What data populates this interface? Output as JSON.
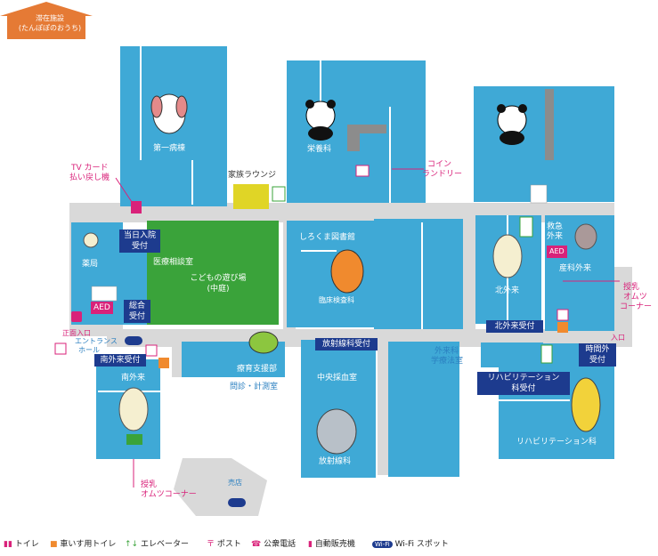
{
  "header": {
    "badge_line1": "滞在施設",
    "badge_line2": "(たんぽぽのおうち)"
  },
  "colors": {
    "building": "#3fa9d6",
    "corridor": "#d9d9d9",
    "courtyard": "#3aa33a",
    "lounge": "#e0d526",
    "navy": "#1d3b8e",
    "pink": "#d9227a",
    "badge": "#e57a35"
  },
  "rooms": {
    "ward1": "第一病棟",
    "nutrition": "栄養科",
    "family_lounge": "家族ラウンジ",
    "coin_laundry_1": "コイン",
    "coin_laundry_2": "ランドリー",
    "tv_card_1": "TV カード",
    "tv_card_2": "払い戻し機",
    "pharmacy": "薬局",
    "aed": "AED",
    "medical_consult": "医療相談室",
    "playground_1": "こどもの遊び場",
    "playground_2": "(中庭)",
    "library": "しろくま図書館",
    "clinical_lab": "臨床検査科",
    "emergency_1": "救急",
    "emergency_2": "外来",
    "north_outpatient": "北外来",
    "obstetrics": "産科外来",
    "nursing_diaper_1": "授乳",
    "nursing_diaper_2": "オムツ",
    "nursing_diaper_3": "コーナー",
    "main_entrance": "正面入口",
    "entrance_hall_1": "エントランス",
    "entrance_hall_2": "ホール",
    "entrance": "入口",
    "childcare_support": "療育支援部",
    "consult_room": "問診・計測室",
    "central_blood": "中央採血室",
    "radiology": "放射線科",
    "surgery_treatment_1": "外来科",
    "surgery_treatment_2": "学療法室",
    "rehab": "リハビリテーション科",
    "south_outpatient": "南外来",
    "nursing_corner_1": "授乳",
    "nursing_corner_2": "オムツコーナー",
    "shop": "売店"
  },
  "counters": {
    "reception_1": "当日入院",
    "reception_2": "受付",
    "general_1": "総合",
    "general_2": "受付",
    "south_reception": "南外来受付",
    "radiology_reception": "放射線科受付",
    "north_reception": "北外来受付",
    "night_1": "時間外",
    "night_2": "受付",
    "rehab_1": "リハビリテーション",
    "rehab_2": "科受付"
  },
  "legend": {
    "toilet": "トイレ",
    "wheelchair": "車いす用トイレ",
    "elevator": "エレベーター",
    "post": "ポスト",
    "phone": "公衆電話",
    "vending": "自動販売機",
    "wifi": "Wi-Fi スポット",
    "wifi_badge": "Wi-Fi"
  }
}
